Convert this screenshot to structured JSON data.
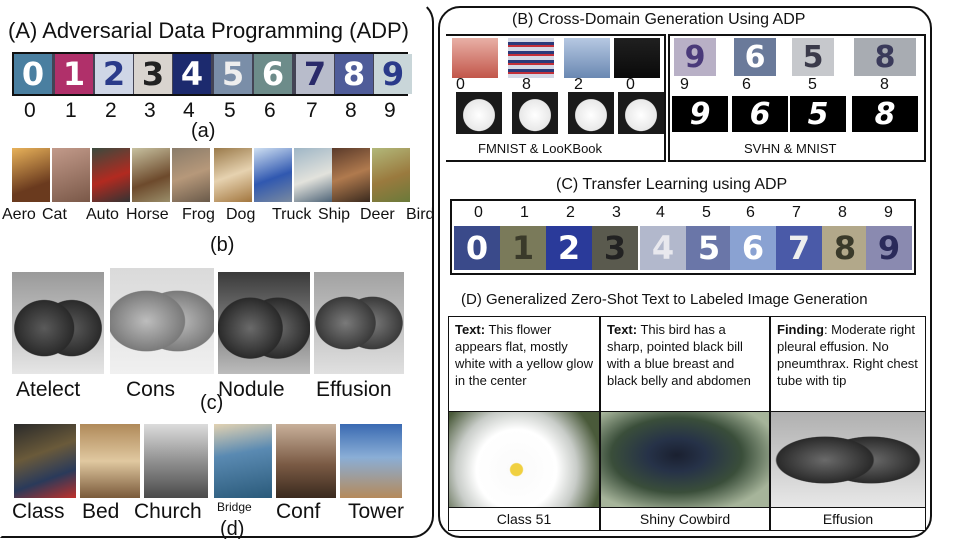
{
  "panel_a": {
    "title": "(A) Adversarial Data Programming (ADP)",
    "digits": [
      "0",
      "1",
      "2",
      "3",
      "4",
      "5",
      "6",
      "7",
      "8",
      "9"
    ],
    "digit_labels": [
      "0",
      "1",
      "2",
      "3",
      "4",
      "5",
      "6",
      "7",
      "8",
      "9"
    ],
    "sub_a": "(a)",
    "cifar_labels": [
      "Aero",
      "Cat",
      "Auto",
      "Horse",
      "Frog",
      "Dog",
      "Truck",
      "Ship",
      "Deer",
      "Bird"
    ],
    "sub_b": "(b)",
    "xray_labels": [
      "Atelect",
      "Cons",
      "Nodule",
      "Effusion"
    ],
    "sub_c": "(c)",
    "lsun_labels": [
      "Class",
      "Bed",
      "Church",
      "Bridge",
      "Conf",
      "Tower"
    ],
    "sub_d": "(d)"
  },
  "panel_b": {
    "title": "(B) Cross-Domain Generation Using ADP",
    "fashion_labels": [
      "0",
      "8",
      "2",
      "0"
    ],
    "svhn_labels": [
      "9",
      "6",
      "5",
      "8"
    ],
    "mnist_digits": [
      "9",
      "6",
      "5",
      "8"
    ],
    "caption_left": "FMNIST & LooKBook",
    "caption_right": "SVHN & MNIST"
  },
  "panel_c": {
    "title": "(C) Transfer Learning using ADP",
    "labels": [
      "0",
      "1",
      "2",
      "3",
      "4",
      "5",
      "6",
      "7",
      "8",
      "9"
    ],
    "digits": [
      "0",
      "1",
      "2",
      "3",
      "4",
      "5",
      "6",
      "7",
      "8",
      "9"
    ]
  },
  "panel_d": {
    "title": "(D) Generalized Zero-Shot Text to Labeled Image Generation",
    "boxes": [
      {
        "prefix": "Text:",
        "body": " This flower appears flat, mostly white with a yellow glow in the center",
        "caption": "Class 51"
      },
      {
        "prefix": "Text:",
        "body": " This bird has a sharp, pointed black bill with a blue breast and black belly and abdomen",
        "caption": "Shiny Cowbird"
      },
      {
        "prefix": "Finding",
        "body": ": Moderate right pleural effusion. No pneumthrax. Right chest tube with tip",
        "caption": "Effusion"
      }
    ]
  },
  "colors": {
    "border": "#111111",
    "svhn_tiles": [
      "#4a7fa0",
      "#b0306a",
      "#cfd6e6",
      "#d9d4cf",
      "#1c2a6e",
      "#7a8ea8",
      "#6d8c8a",
      "#b8bccb",
      "#4f5c99",
      "#c9d6d9"
    ]
  }
}
